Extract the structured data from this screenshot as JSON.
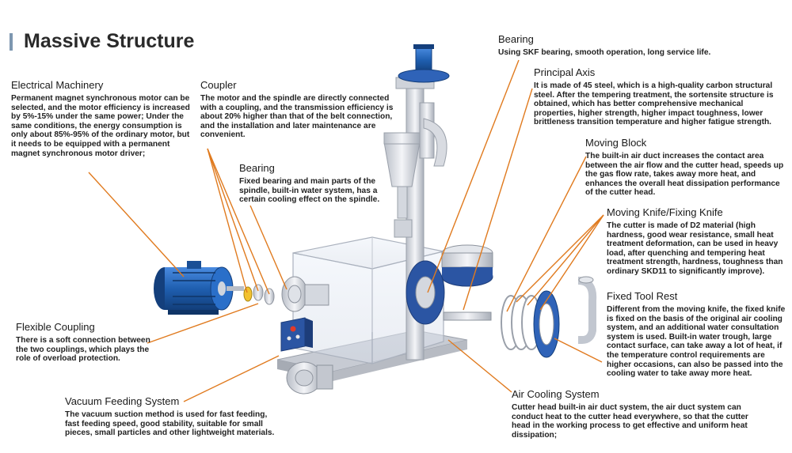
{
  "title": "Massive Structure",
  "labels": {
    "electrical": {
      "heading": "Electrical Machinery",
      "text": "Permanent magnet synchronous motor can be selected, and the motor efficiency is increased by 5%-15% under the same power; Under the same conditions, the energy consumption is only about 85%-95% of the ordinary motor, but it needs to be equipped with a permanent magnet synchronous motor driver;"
    },
    "coupler": {
      "heading": "Coupler",
      "text": "The motor and the spindle are directly connected with a coupling, and the transmission efficiency is about 20% higher than that of the belt connection, and the installation and later maintenance are convenient."
    },
    "bearing_main": {
      "heading": "Bearing",
      "text": "Fixed bearing and main parts of the spindle, built-in water system, has a certain cooling effect on the spindle."
    },
    "bearing_top": {
      "heading": "Bearing",
      "text": "Using SKF bearing, smooth operation, long service life."
    },
    "principal_axis": {
      "heading": "Principal Axis",
      "text": "It is made of 45 steel, which is a high-quality carbon structural steel. After the tempering treatment, the sortensite structure is obtained, which has better comprehensive mechanical properties, higher strength, higher impact toughness, lower brittleness transition temperature and higher fatigue strength."
    },
    "moving_block": {
      "heading": "Moving Block",
      "text": "The built-in air duct increases the contact area between the air flow and the cutter head, speeds up the gas flow rate, takes away more heat, and enhances the overall heat dissipation performance of the cutter head."
    },
    "moving_knife": {
      "heading": "Moving Knife/Fixing Knife",
      "text": "The cutter is made of D2 material (high hardness, good wear resistance, small heat treatment deformation, can be used in heavy load, after quenching and tempering heat treatment strength, hardness, toughness than ordinary SKD11 to significantly improve)."
    },
    "fixed_tool": {
      "heading": "Fixed Tool Rest",
      "text": "Different from the moving knife, the fixed knife is fixed on the basis of the original air cooling system, and an additional water consultation system is used. Built-in water trough, large contact surface, can take away a lot of heat, if the temperature control requirements are higher occasions, can also be passed into the cooling water to take away more heat."
    },
    "flexible": {
      "heading": "Flexible Coupling",
      "text": "There is a soft connection between the two couplings, which plays the role of overload protection."
    },
    "vacuum": {
      "heading": "Vacuum Feeding System",
      "text": "The vacuum suction method is used for fast feeding, fast feeding speed, good stability, suitable for small pieces, small particles and other lightweight materials."
    },
    "air_cooling": {
      "heading": "Air Cooling System",
      "text": "Cutter head built-in air duct system, the air duct system can conduct heat to the cutter head everywhere, so that the cutter head in the working process to get effective and uniform heat dissipation;"
    }
  },
  "colors": {
    "leader": "#e07a1e",
    "motor": "#1f5fb0",
    "frame": "#c9ccd3",
    "accent_blue": "#2f63b8"
  }
}
